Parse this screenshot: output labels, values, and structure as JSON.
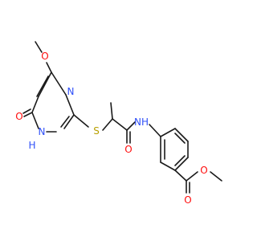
{
  "colors": {
    "bond": "#1a1a1a",
    "carbon_text": "#1a1a1a",
    "O": "#ff0d0d",
    "N": "#3050f8",
    "S": "#b8a000"
  },
  "atoms": {
    "o_methoxy": "O",
    "o_keto": "O",
    "nh_ring": "N",
    "h_ring": "H",
    "n_ring": "N",
    "s_thio": "S",
    "nh_amide": "NH",
    "o_amide": "O",
    "o_ester_carbonyl": "O",
    "o_ester_link": "O"
  }
}
